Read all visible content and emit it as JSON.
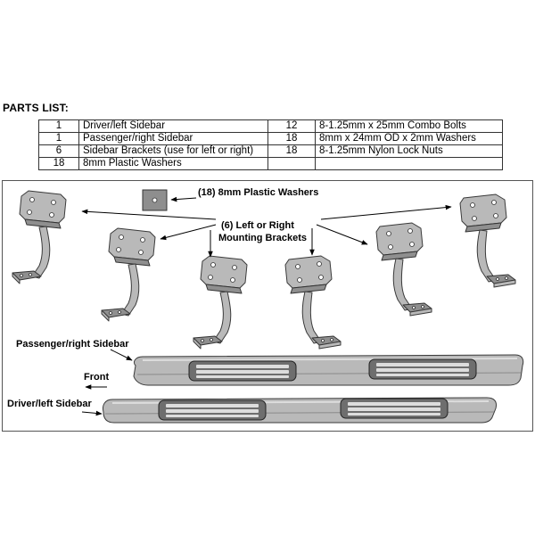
{
  "parts_list": {
    "title": "PARTS LIST:",
    "rows": [
      {
        "qty1": "1",
        "desc1": "Driver/left Sidebar",
        "qty2": "12",
        "desc2": "8-1.25mm x 25mm Combo Bolts"
      },
      {
        "qty1": "1",
        "desc1": "Passenger/right Sidebar",
        "qty2": "18",
        "desc2": "8mm x 24mm OD x 2mm Washers"
      },
      {
        "qty1": "6",
        "desc1": "Sidebar Brackets (use for left or right)",
        "qty2": "18",
        "desc2": "8-1.25mm Nylon Lock Nuts"
      },
      {
        "qty1": "18",
        "desc1": "8mm Plastic Washers",
        "qty2": "",
        "desc2": ""
      }
    ]
  },
  "diagram": {
    "washers_label": "(18) 8mm Plastic Washers",
    "brackets_label_line1": "(6) Left or Right",
    "brackets_label_line2": "Mounting Brackets",
    "passenger_label": "Passenger/right Sidebar",
    "front_label": "Front",
    "driver_label": "Driver/left Sidebar"
  }
}
